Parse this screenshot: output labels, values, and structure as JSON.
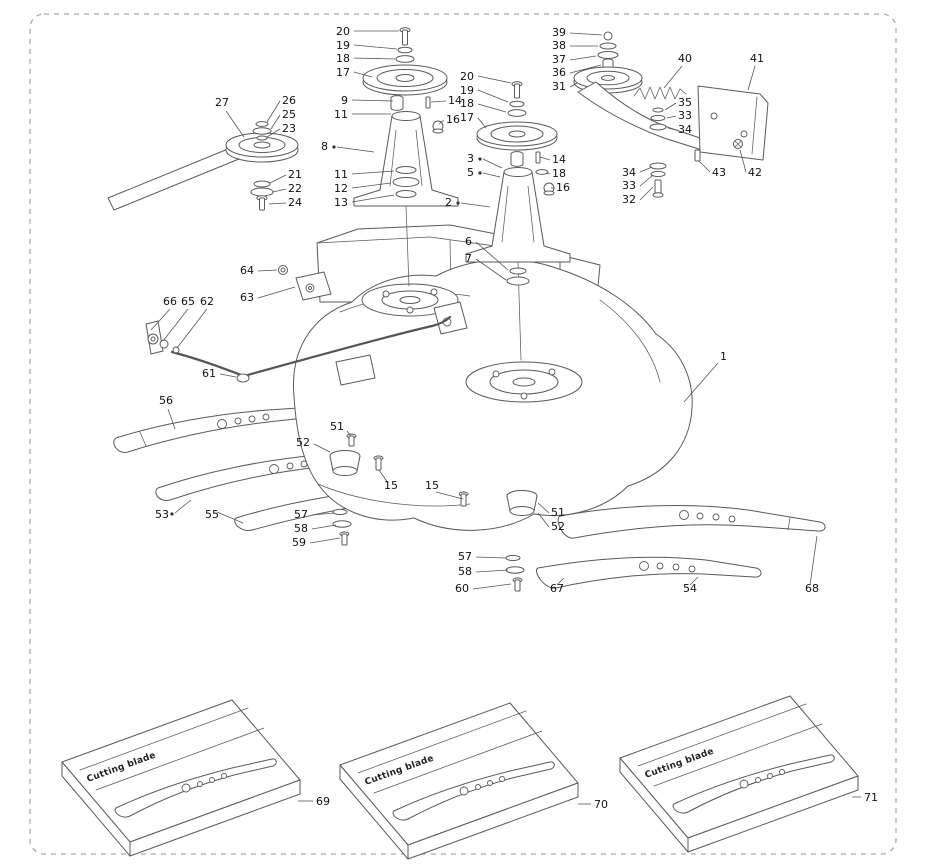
{
  "callouts": [
    "20",
    "19",
    "18",
    "17",
    "9",
    "11",
    "14",
    "16",
    "8",
    "11",
    "12",
    "13",
    "27",
    "26",
    "25",
    "23",
    "21",
    "22",
    "24",
    "20",
    "19",
    "18",
    "17",
    "3",
    "5",
    "14",
    "18",
    "16",
    "2",
    "6",
    "7",
    "39",
    "38",
    "37",
    "36",
    "31",
    "40",
    "41",
    "35",
    "33",
    "34",
    "34",
    "33",
    "32",
    "43",
    "42",
    "64",
    "63",
    "66",
    "65",
    "62",
    "61",
    "1",
    "56",
    "53",
    "55",
    "52",
    "51",
    "57",
    "58",
    "59",
    "15",
    "15",
    "51",
    "52",
    "57",
    "58",
    "60",
    "67",
    "54",
    "68",
    "69",
    "70",
    "71"
  ],
  "packages": {
    "label": "Cutting blade"
  }
}
